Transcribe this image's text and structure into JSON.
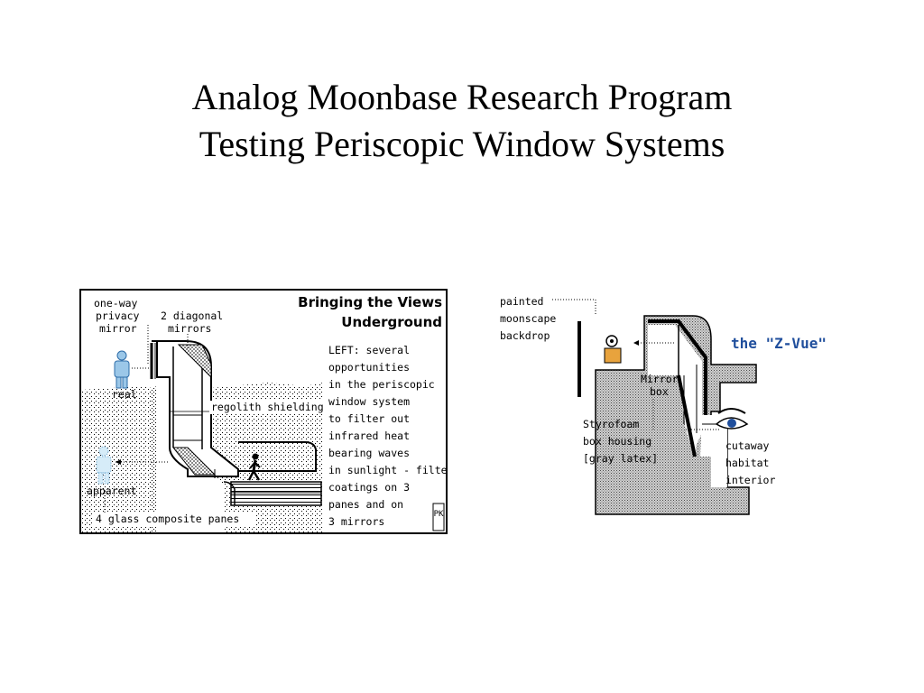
{
  "title": {
    "line1": "Analog Moonbase Research Program",
    "line2": "Testing Periscopic Window Systems"
  },
  "left_diagram": {
    "heading_line1": "Bringing the Views",
    "heading_line2": "Underground",
    "label_one_way_1": "one-way",
    "label_one_way_2": "privacy",
    "label_one_way_3": "mirror",
    "label_diag_1": "2 diagonal",
    "label_diag_2": "mirrors",
    "label_real": "real",
    "label_regolith": "regolith shielding",
    "label_apparent": "apparent",
    "label_panes": "4 glass composite panes",
    "desc_lines": [
      "LEFT: several",
      "opportunities",
      "in the periscopic",
      "window system",
      "to filter out",
      "infrared heat",
      "bearing waves",
      "in sunlight - filter",
      "coatings on 3",
      "panes and on",
      "3 mirrors"
    ],
    "signature": "PK"
  },
  "right_diagram": {
    "label_backdrop_1": "painted",
    "label_backdrop_2": "moonscape",
    "label_backdrop_3": "backdrop",
    "title": "the \"Z-Vue\"",
    "label_mirror_1": "Mirror",
    "label_mirror_2": "box",
    "label_housing_1": "Styrofoam",
    "label_housing_2": "box housing",
    "label_housing_3": "[gray latex]",
    "label_habitat_1": "cutaway",
    "label_habitat_2": "habitat",
    "label_habitat_3": "interior",
    "title_color": "#1f4e9c",
    "eye_color": "#1f4e9c",
    "figure_color": "#e8a33d"
  }
}
